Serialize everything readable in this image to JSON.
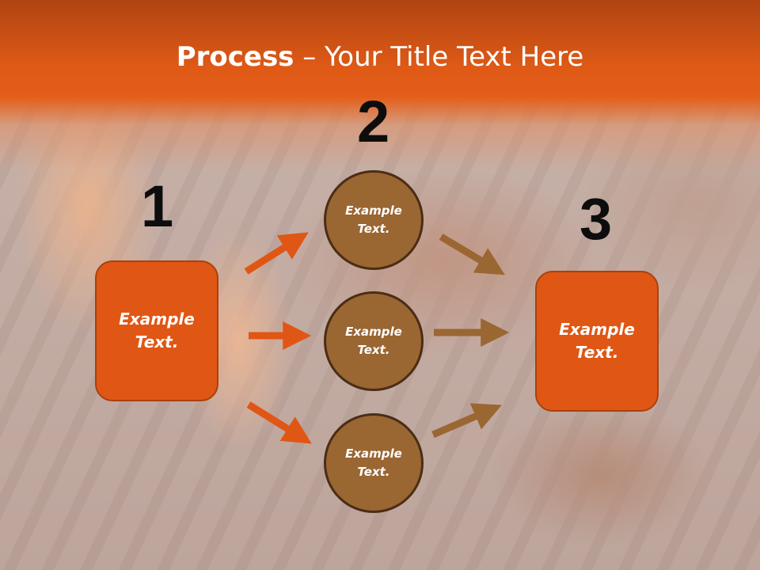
{
  "slide": {
    "title_bold": "Process",
    "title_rest": " – Your Title Text Here"
  },
  "steps": [
    {
      "number": "1",
      "line1": "Example",
      "line2": "Text."
    },
    {
      "number": "2"
    },
    {
      "number": "3",
      "line1": "Example",
      "line2": "Text."
    }
  ],
  "circles": [
    {
      "line1": "Example",
      "line2": "Text."
    },
    {
      "line1": "Example",
      "line2": "Text."
    },
    {
      "line1": "Example",
      "line2": "Text."
    }
  ],
  "colors": {
    "header_orange": "#e05614",
    "box_fill": "#e05614",
    "circle_fill": "#9a6632",
    "arrow_left": "#e05614",
    "arrow_right": "#9a6632"
  },
  "icons": {
    "arrows": [
      "arrow-up-right-icon",
      "arrow-right-icon",
      "arrow-down-right-icon",
      "arrow-down-right-icon",
      "arrow-right-icon",
      "arrow-up-right-icon"
    ]
  }
}
